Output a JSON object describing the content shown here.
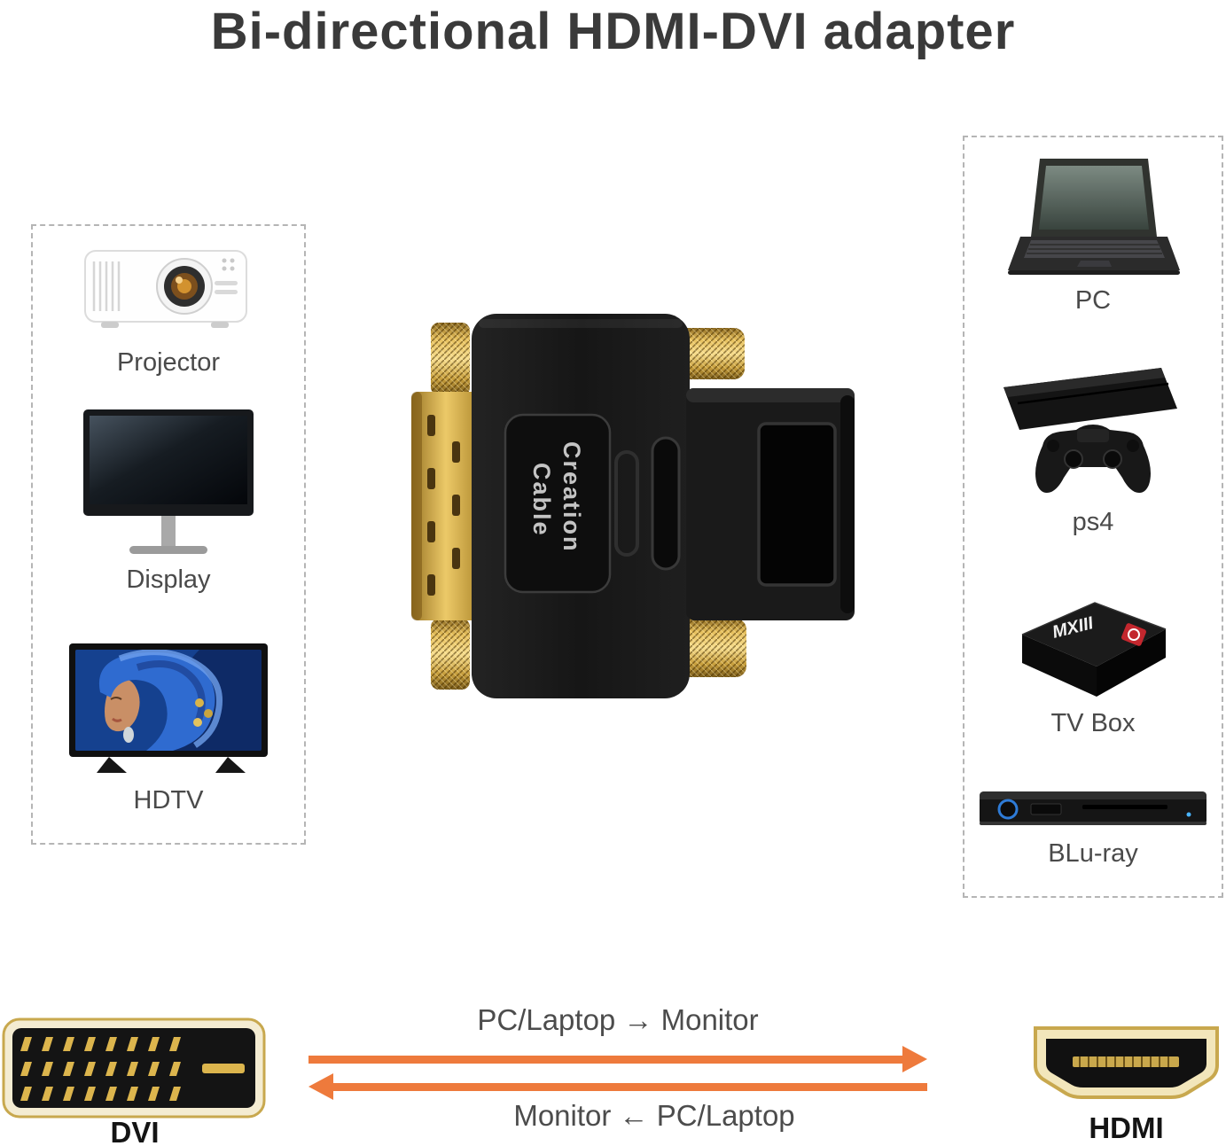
{
  "title": "Bi-directional HDMI-DVI adapter",
  "left_panel": {
    "items": [
      {
        "label": "Projector",
        "icon": "projector-illustration"
      },
      {
        "label": "Display",
        "icon": "monitor-illustration"
      },
      {
        "label": "HDTV",
        "icon": "hdtv-illustration"
      }
    ]
  },
  "right_panel": {
    "items": [
      {
        "label": "PC",
        "icon": "laptop-illustration"
      },
      {
        "label": "ps4",
        "icon": "game-console-illustration"
      },
      {
        "label": "TV Box",
        "icon": "tv-box-illustration",
        "badge": "MXIII"
      },
      {
        "label": "BLu-ray",
        "icon": "blu-ray-player-illustration"
      }
    ]
  },
  "adapter": {
    "brand_line1": "Cable",
    "brand_line2": "Creation"
  },
  "flow": {
    "top_label": "PC/Laptop → Monitor",
    "bottom_label": "Monitor ← PC/Laptop"
  },
  "connectors": {
    "dvi": "DVI",
    "hdmi": "HDMI"
  },
  "colors": {
    "accent_orange": "#EE7A3C",
    "gold": "#D5AE4E",
    "panel_dash": "#B5B5B5",
    "text": "#3A3A3A"
  }
}
